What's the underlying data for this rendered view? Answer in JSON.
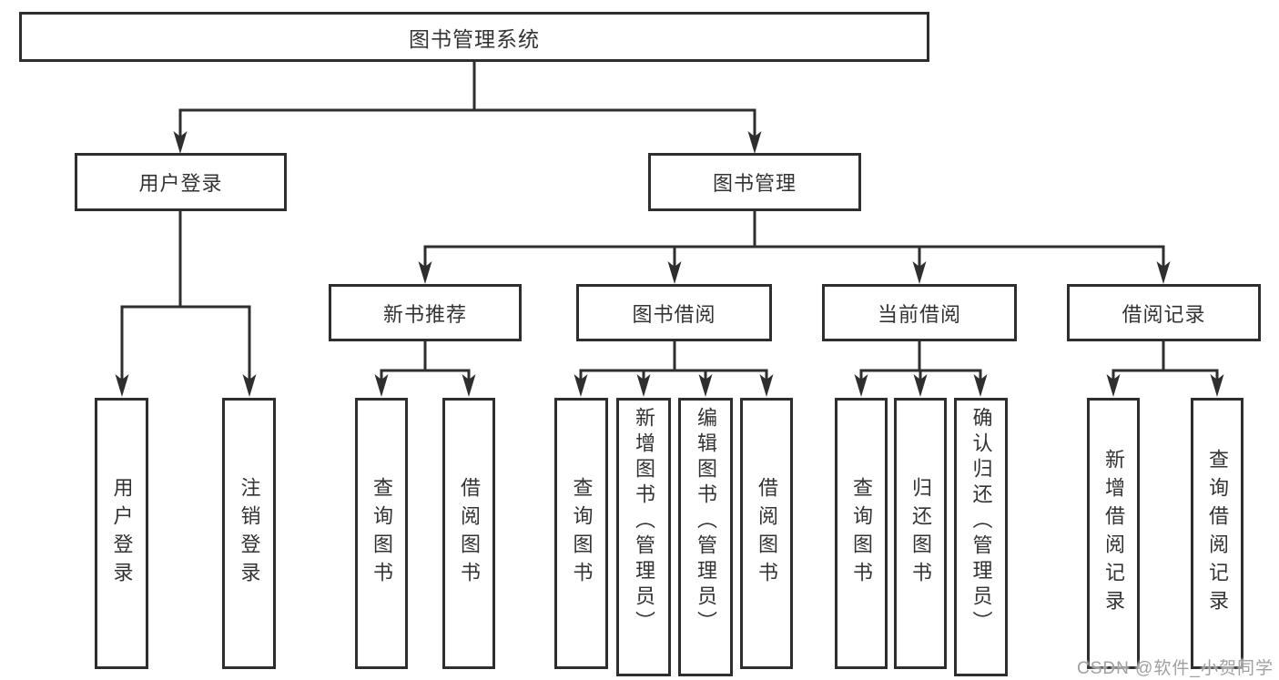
{
  "tree": {
    "root": {
      "label": "图书管理系统"
    },
    "branches": [
      {
        "label": "用户登录",
        "children": [
          {
            "label": "用户登录"
          },
          {
            "label": "注销登录"
          }
        ]
      },
      {
        "label": "图书管理",
        "children": [
          {
            "label": "新书推荐",
            "children": [
              {
                "label": "查询图书"
              },
              {
                "label": "借阅图书"
              }
            ]
          },
          {
            "label": "图书借阅",
            "children": [
              {
                "label": "查询图书"
              },
              {
                "label": "新增图书（管理员）"
              },
              {
                "label": "编辑图书（管理员）"
              },
              {
                "label": "借阅图书"
              }
            ]
          },
          {
            "label": "当前借阅",
            "children": [
              {
                "label": "查询图书"
              },
              {
                "label": "归还图书"
              },
              {
                "label": "确认归还（管理员）"
              }
            ]
          },
          {
            "label": "借阅记录",
            "children": [
              {
                "label": "新增借阅记录"
              },
              {
                "label": "查询借阅记录"
              }
            ]
          }
        ]
      }
    ]
  },
  "watermark": "CSDN @软件_小贺同学"
}
